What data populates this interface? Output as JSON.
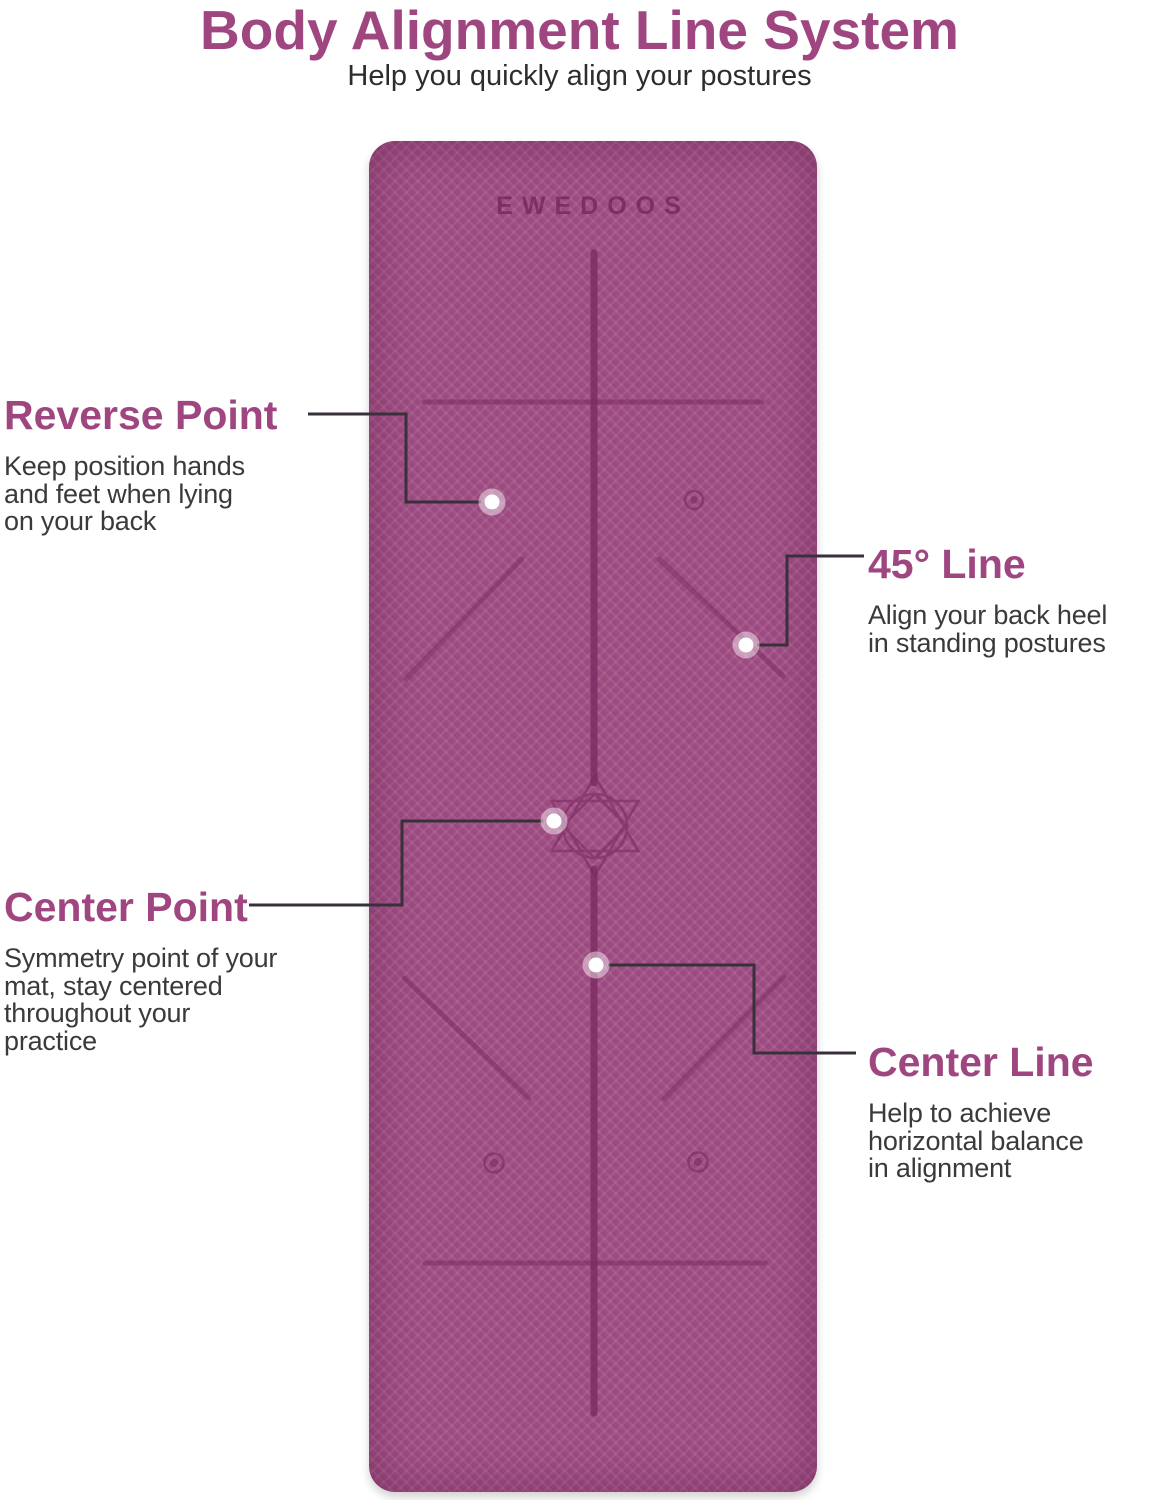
{
  "header": {
    "title": "Body Alignment Line System",
    "subtitle": "Help you quickly align your postures"
  },
  "mat": {
    "brand": "EWEDOOS"
  },
  "callouts": {
    "reverse_point": {
      "title": "Reverse Point",
      "lines": [
        "Keep position hands",
        "and feet when lying",
        "on your back"
      ]
    },
    "line_45": {
      "title": "45° Line",
      "lines": [
        "Align your back heel",
        "in standing postures"
      ]
    },
    "center_point": {
      "title": "Center Point",
      "lines": [
        "Symmetry point of your",
        "mat, stay centered",
        "throughout your",
        "practice"
      ]
    },
    "center_line": {
      "title": "Center Line",
      "lines": [
        "Help to achieve",
        "horizontal balance",
        "in alignment"
      ]
    }
  },
  "colors": {
    "accent_purple": "#9f4681",
    "body_text": "#3a3a3a",
    "mat_surface": "#9d4b81",
    "mat_line": "#7b2a60",
    "connector_line": "#38313b",
    "marker_dot": "#ffffff"
  }
}
